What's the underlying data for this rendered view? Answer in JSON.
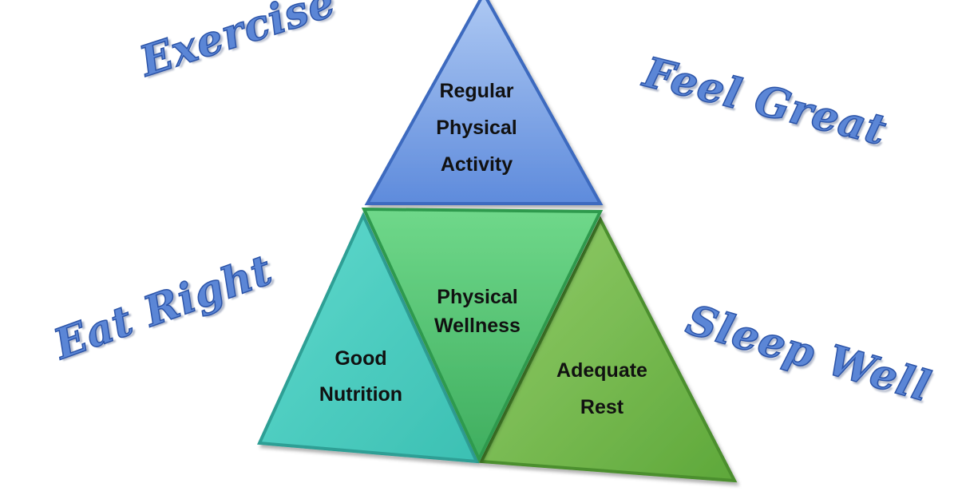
{
  "diagram": {
    "top_triangle": {
      "lines": [
        "Regular",
        "Physical",
        "Activity"
      ],
      "color": "#6f9be6"
    },
    "center_triangle": {
      "lines": [
        "Physical",
        "Wellness"
      ],
      "color": "#5dcd7a"
    },
    "left_triangle": {
      "lines": [
        "Good",
        "Nutrition"
      ],
      "color": "#4fcfc2"
    },
    "right_triangle": {
      "lines": [
        "Adequate",
        "Rest"
      ],
      "color": "#7dbf52"
    }
  },
  "words": {
    "exercise": "Exercise",
    "feel_great": "Feel Great",
    "eat_right": "Eat Right",
    "sleep_well": "Sleep Well"
  },
  "word_color": "#5b86d6"
}
